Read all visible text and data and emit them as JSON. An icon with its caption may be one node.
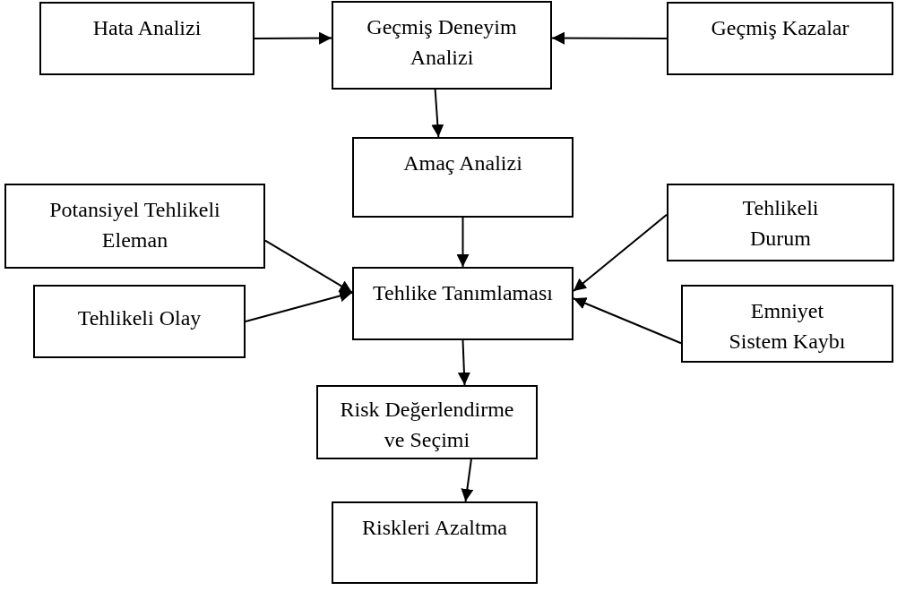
{
  "diagram": {
    "nodes": [
      {
        "text": [
          "Hata Analizi"
        ]
      },
      {
        "text": [
          "Geçmiş Deneyim Analizi"
        ]
      },
      {
        "text": [
          "Geçmiş Kazalar"
        ]
      },
      {
        "text": [
          "Amaç Analizi"
        ]
      },
      {
        "text": [
          "Potansiyel Tehlikeli Eleman"
        ]
      },
      {
        "text": [
          "Tehlikeli Durum"
        ]
      },
      {
        "text": [
          "Tehlike Tanımlaması"
        ]
      },
      {
        "text": [
          "Tehlikeli Olay"
        ]
      },
      {
        "text": [
          "Emniyet Sistem Kaybı"
        ]
      },
      {
        "text": [
          "Risk Değerlendirme ve Seçimi"
        ]
      },
      {
        "text": [
          "Riskleri Azaltma"
        ]
      }
    ],
    "edges": [
      {
        "from": 0,
        "to": 1,
        "arrow": "to"
      },
      {
        "from": 2,
        "to": 1,
        "arrow": "to"
      },
      {
        "from": 1,
        "to": 3,
        "arrow": "to"
      },
      {
        "from": 3,
        "to": 6,
        "arrow": "to"
      },
      {
        "from": 4,
        "to": 6,
        "arrow": "to"
      },
      {
        "from": 7,
        "to": 6,
        "arrow": "to"
      },
      {
        "from": 5,
        "to": 6,
        "arrow": "to"
      },
      {
        "from": 8,
        "to": 6,
        "arrow": "to"
      },
      {
        "from": 6,
        "to": 9,
        "arrow": "to"
      },
      {
        "from": 9,
        "to": 10,
        "arrow": "to"
      }
    ]
  }
}
